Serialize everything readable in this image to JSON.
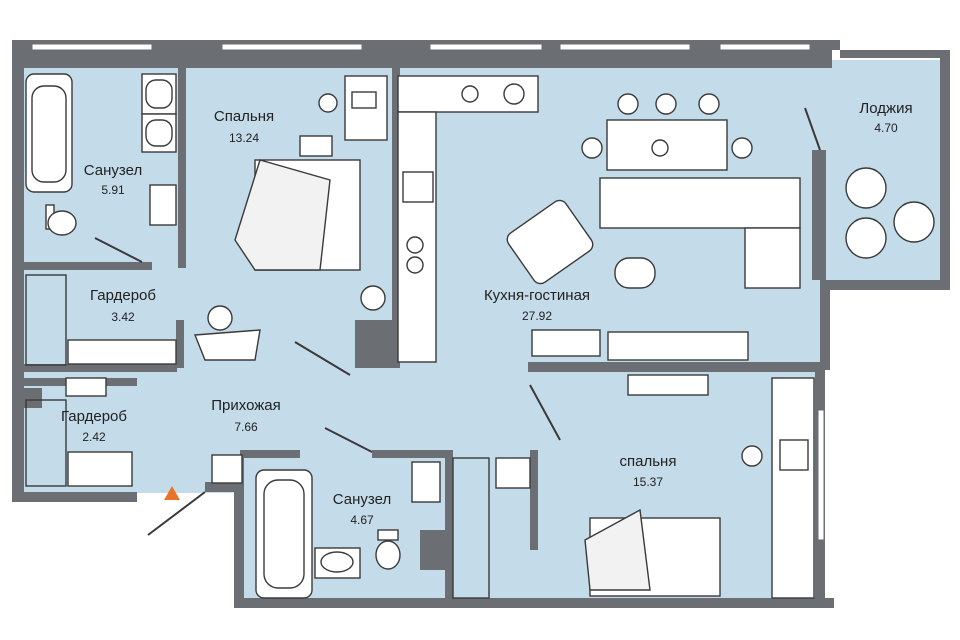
{
  "plan": {
    "colors": {
      "floor": "#c4dbe9",
      "wall": "#6b6e72",
      "window": "#ffffff",
      "furniture_stroke": "#3a3a3a",
      "entrance_marker": "#e8742a"
    },
    "rooms": [
      {
        "id": "bathroom-1",
        "label": "Санузел",
        "area": "5.91"
      },
      {
        "id": "bedroom-1",
        "label": "Спальня",
        "area": "13.24"
      },
      {
        "id": "loggia",
        "label": "Лоджия",
        "area": "4.70"
      },
      {
        "id": "wardrobe-1",
        "label": "Гардероб",
        "area": "3.42"
      },
      {
        "id": "kitchen-living",
        "label": "Кухня-гостиная",
        "area": "27.92"
      },
      {
        "id": "wardrobe-2",
        "label": "Гардероб",
        "area": "2.42"
      },
      {
        "id": "hallway",
        "label": "Прихожая",
        "area": "7.66"
      },
      {
        "id": "bathroom-2",
        "label": "Санузел",
        "area": "4.67"
      },
      {
        "id": "bedroom-2",
        "label": "спальня",
        "area": "15.37"
      }
    ]
  }
}
